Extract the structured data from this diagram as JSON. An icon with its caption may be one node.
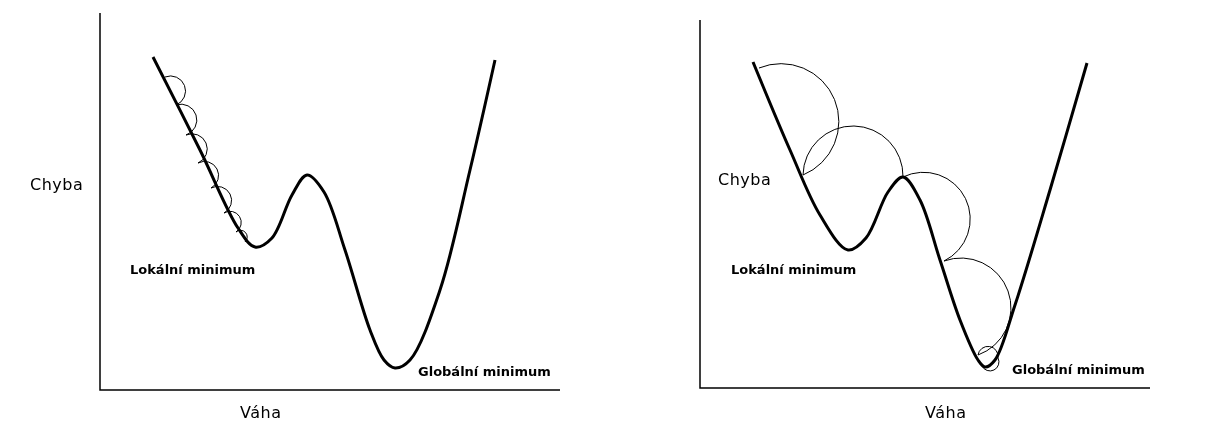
{
  "diagram": {
    "labels": [
      "Chyba",
      "Lokální minimum",
      "Globální minimum",
      "Váha",
      "Chyba",
      "Lokální minimum",
      "Globální minimum",
      "Váha"
    ]
  }
}
